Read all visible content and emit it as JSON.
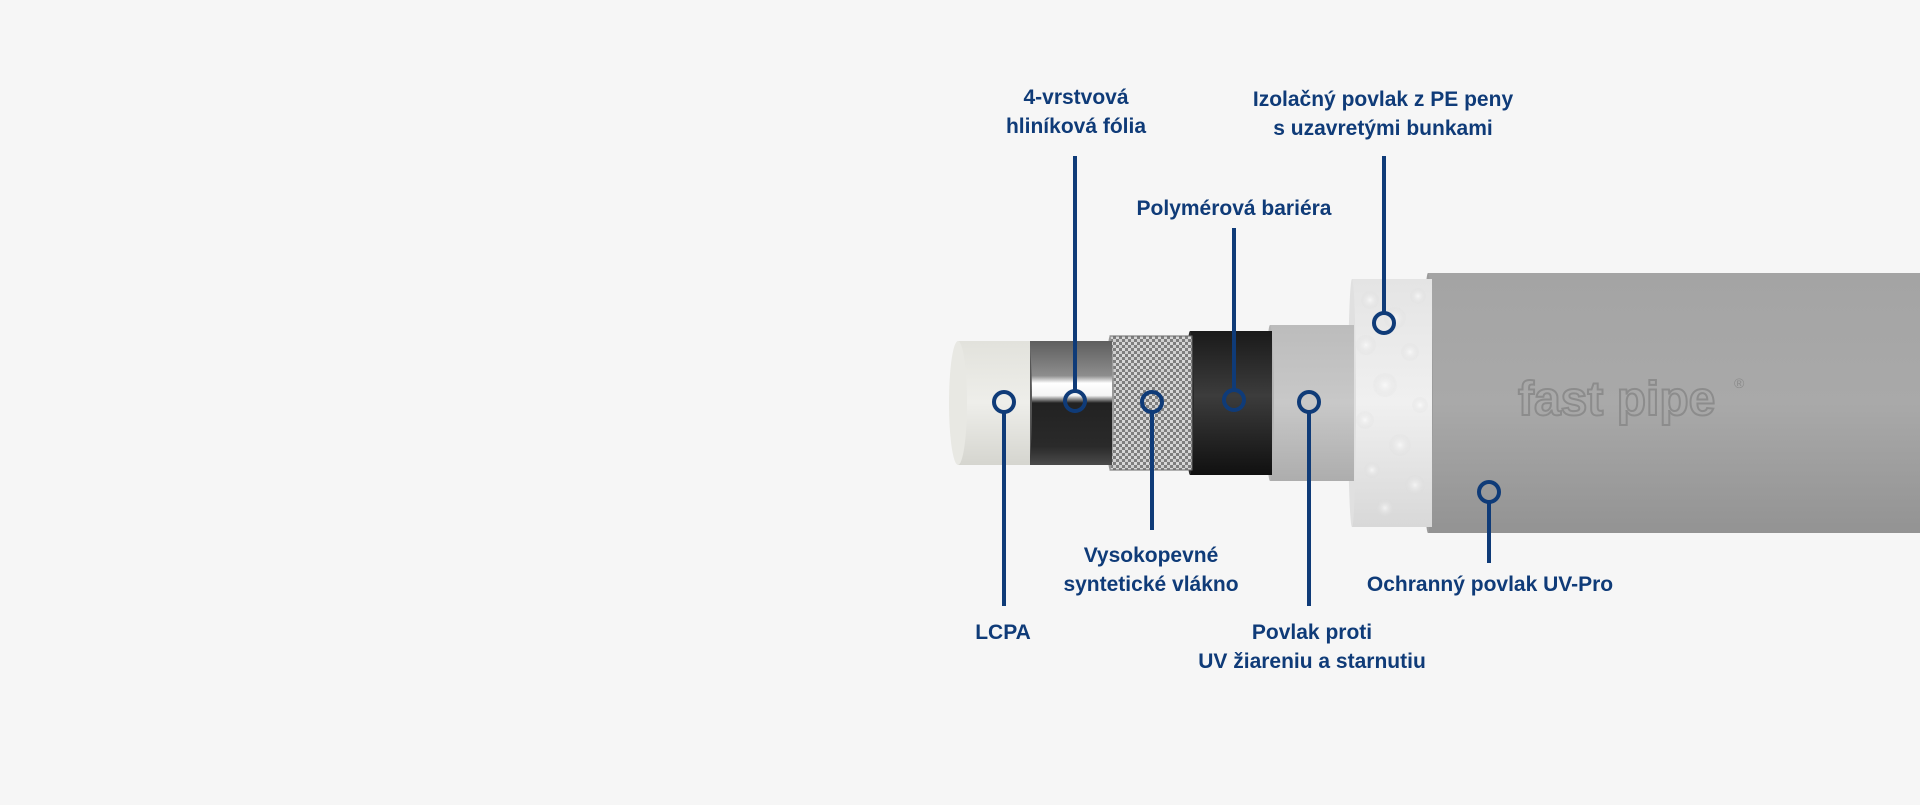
{
  "brand": {
    "logo_text": "fast pipe",
    "registered_mark": "®"
  },
  "colors": {
    "background": "#f6f6f6",
    "label_text": "#0f3b78",
    "leader_line": "#0f3b78",
    "marker_ring": "#0f3b78"
  },
  "layers": [
    {
      "id": "lcpa",
      "name": "LCPA"
    },
    {
      "id": "aluminium-foil",
      "name_lines": [
        "4-vrstvová",
        "hliníková fólia"
      ]
    },
    {
      "id": "synthetic-fiber",
      "name_lines": [
        "Vysokopevné",
        "syntetické vlákno"
      ]
    },
    {
      "id": "polymer-barrier",
      "name": "Polymérová bariéra"
    },
    {
      "id": "uv-aging-coating",
      "name_lines": [
        "Povlak proti",
        "UV žiareniu a starnutiu"
      ]
    },
    {
      "id": "pe-foam-insulation",
      "name_lines": [
        "Izolačný povlak z PE peny",
        "s uzavretými bunkami"
      ]
    },
    {
      "id": "uv-pro-coating",
      "name": "Ochranný povlak UV-Pro"
    }
  ]
}
